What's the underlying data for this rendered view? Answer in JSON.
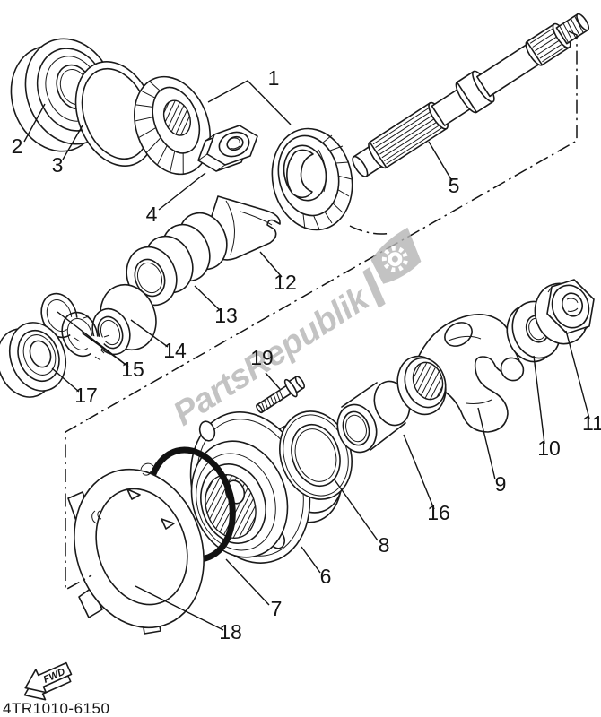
{
  "diagram": {
    "watermark_text": "PartsRepublik",
    "part_code": "4TR1010-6150",
    "fwd_label": "FWD",
    "callouts": [
      {
        "ref": "1"
      },
      {
        "ref": "2"
      },
      {
        "ref": "3"
      },
      {
        "ref": "4"
      },
      {
        "ref": "5"
      },
      {
        "ref": "6"
      },
      {
        "ref": "7"
      },
      {
        "ref": "8"
      },
      {
        "ref": "9"
      },
      {
        "ref": "10"
      },
      {
        "ref": "11"
      },
      {
        "ref": "12"
      },
      {
        "ref": "13"
      },
      {
        "ref": "14"
      },
      {
        "ref": "15"
      },
      {
        "ref": "16"
      },
      {
        "ref": "17"
      },
      {
        "ref": "18"
      },
      {
        "ref": "19"
      }
    ]
  },
  "colors": {
    "line": "#1a1a1a",
    "watermark": "#b5b5b5",
    "oring": "#111111",
    "background": "#ffffff"
  }
}
